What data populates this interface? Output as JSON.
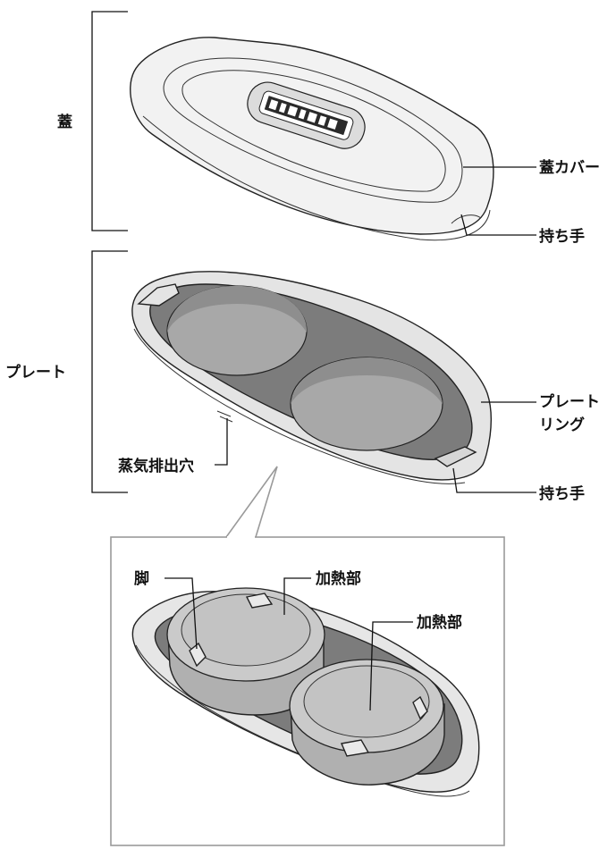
{
  "labels": {
    "lid": "蓋",
    "lid_cover": "蓋カバー",
    "lid_handle": "持ち手",
    "plate": "プレート",
    "plate_ring_line1": "プレート",
    "plate_ring_line2": "リング",
    "steam_vent": "蒸気排出穴",
    "plate_handle": "持ち手",
    "leg": "脚",
    "heating_part_1": "加熱部",
    "heating_part_2": "加熱部"
  },
  "colors": {
    "line": "#111111",
    "lid_fill": "#efefef",
    "lid_inner": "#e4e4e4",
    "plate_rim": "#e6e6e6",
    "plate_well": "#7a7a7a",
    "plate_floor": "#a9a9a9",
    "heater_top": "#c9c9c9",
    "heater_side": "#aaaaaa",
    "inset_border": "#9a9a9a"
  }
}
